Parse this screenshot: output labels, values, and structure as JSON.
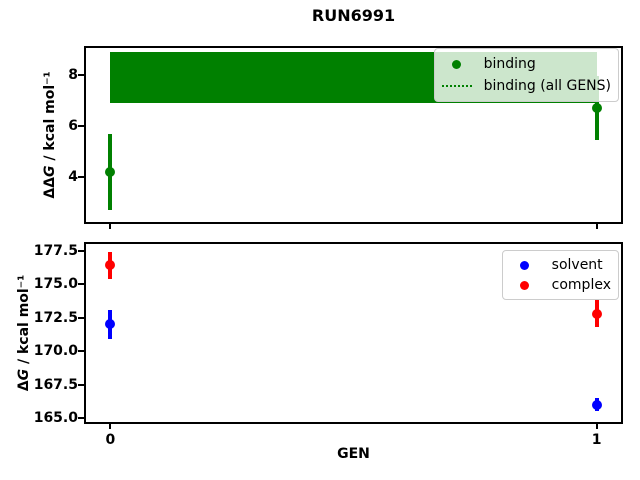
{
  "title": "RUN6991",
  "xlabel": "GEN",
  "colors": {
    "binding": "#008000",
    "solvent": "#0000ff",
    "complex": "#ff0000",
    "spine": "#000000"
  },
  "legends": {
    "top": [
      {
        "label": "binding",
        "marker": "dot",
        "color": "#008000"
      },
      {
        "label": "binding (all GENS)",
        "marker": "dotted-line",
        "color": "#008000"
      }
    ],
    "bottom": [
      {
        "label": "solvent",
        "marker": "dot",
        "color": "#0000ff"
      },
      {
        "label": "complex",
        "marker": "dot",
        "color": "#ff0000"
      }
    ]
  },
  "ylabel_top": {
    "prefix": "ΔΔ",
    "math": "G",
    "suffix": " / kcal mol⁻¹"
  },
  "ylabel_bottom": {
    "prefix": "Δ",
    "math": "G",
    "suffix": " / kcal mol⁻¹"
  },
  "chart_data": [
    {
      "type": "scatter",
      "name": "binding-subplot",
      "ylabel": "ΔΔG / kcal mol⁻¹",
      "xlabel": "GEN",
      "grid": false,
      "legend_position": "upper right",
      "xlim": [
        -0.05,
        1.05
      ],
      "ylim": [
        2.25,
        9.05
      ],
      "yticks": [
        {
          "value": 4,
          "label": "4"
        },
        {
          "value": 6,
          "label": "6"
        },
        {
          "value": 8,
          "label": "8"
        }
      ],
      "xticks": [
        {
          "value": 0,
          "label": "0"
        },
        {
          "value": 1,
          "label": "1"
        }
      ],
      "show_xticklabels": false,
      "band": {
        "id": "binding-all-gens",
        "label": "binding (all GENS)",
        "x0": 0,
        "x1": 1,
        "ymin": 6.9,
        "ymax": 8.9,
        "color": "#008000"
      },
      "series": [
        {
          "name": "binding",
          "color": "#008000",
          "x": [
            0,
            1
          ],
          "y": [
            4.2,
            6.7
          ],
          "yerr": [
            1.5,
            1.25
          ]
        }
      ]
    },
    {
      "type": "scatter",
      "name": "dg-subplot",
      "ylabel": "ΔG / kcal mol⁻¹",
      "xlabel": "GEN",
      "grid": false,
      "legend_position": "upper right",
      "xlim": [
        -0.05,
        1.05
      ],
      "ylim": [
        164.7,
        178.0
      ],
      "yticks": [
        {
          "value": 165.0,
          "label": "165.0"
        },
        {
          "value": 167.5,
          "label": "167.5"
        },
        {
          "value": 170.0,
          "label": "170.0"
        },
        {
          "value": 172.5,
          "label": "172.5"
        },
        {
          "value": 175.0,
          "label": "175.0"
        },
        {
          "value": 177.5,
          "label": "177.5"
        }
      ],
      "xticks": [
        {
          "value": 0,
          "label": "0"
        },
        {
          "value": 1,
          "label": "1"
        }
      ],
      "show_xticklabels": true,
      "band": null,
      "series": [
        {
          "name": "solvent",
          "color": "#0000ff",
          "x": [
            0,
            1
          ],
          "y": [
            172.0,
            166.0
          ],
          "yerr": [
            1.1,
            0.5
          ]
        },
        {
          "name": "complex",
          "color": "#ff0000",
          "x": [
            0,
            1
          ],
          "y": [
            176.4,
            172.8
          ],
          "yerr": [
            1.0,
            1.0
          ]
        }
      ]
    }
  ]
}
